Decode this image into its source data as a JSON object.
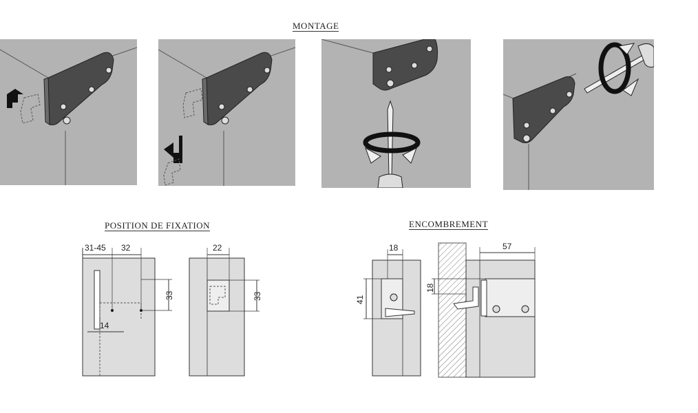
{
  "sections": {
    "montage": "MONTAGE",
    "position": "POSITION DE FIXATION",
    "encombrement": "ENCOMBREMENT"
  },
  "dimensions": {
    "d31_45": "31-45",
    "d32": "32",
    "d33a": "33",
    "d14": "14",
    "d22": "22",
    "d33b": "33",
    "d18a": "18",
    "d41": "41",
    "d18b": "18",
    "d57": "57"
  }
}
